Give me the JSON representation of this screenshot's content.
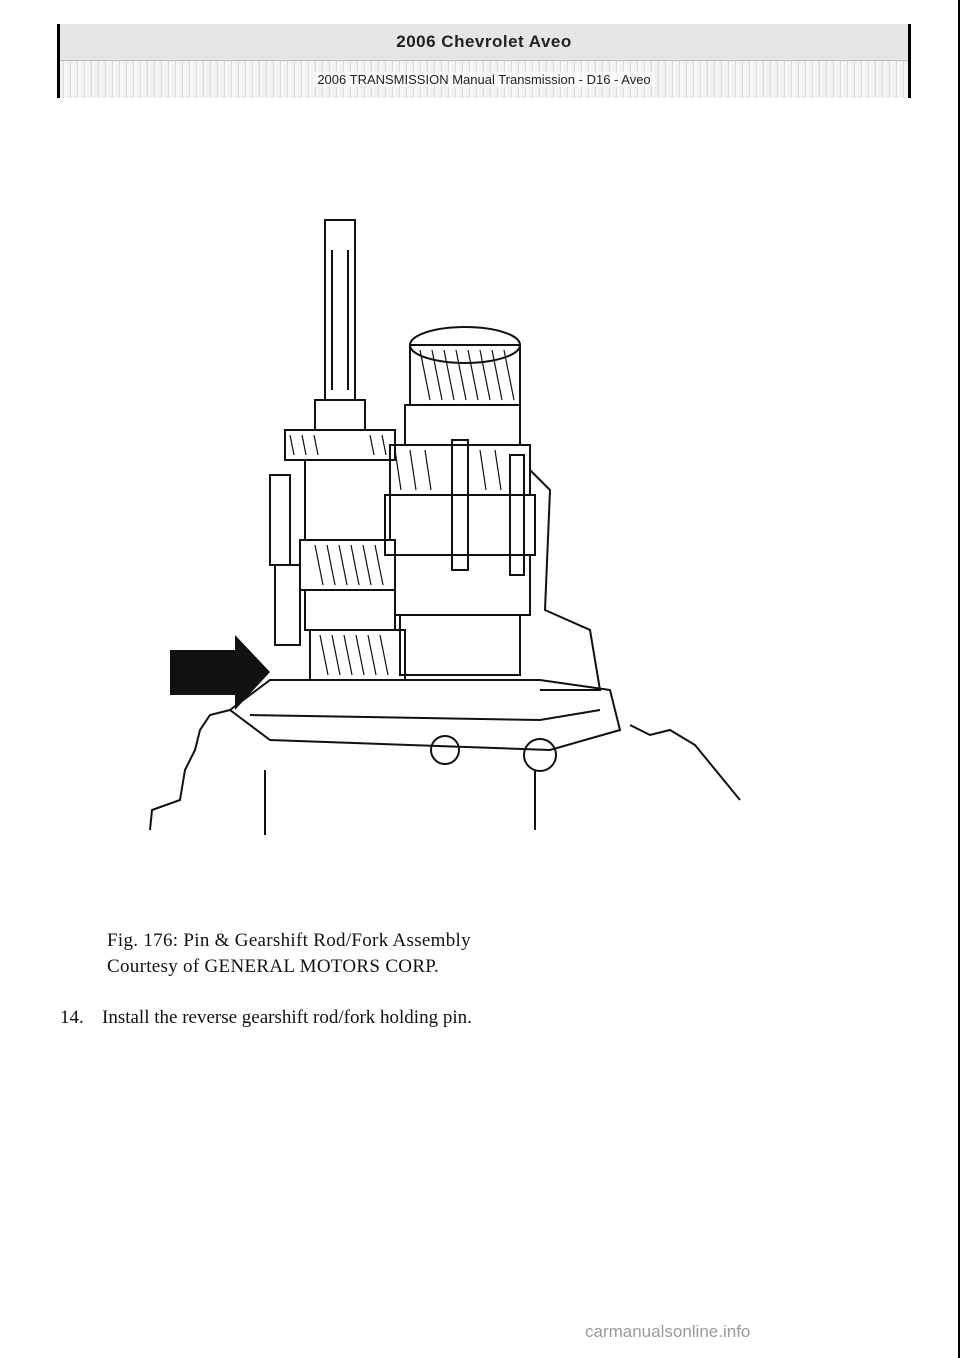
{
  "header": {
    "title": "2006 Chevrolet Aveo",
    "subtitle": "2006 TRANSMISSION Manual Transmission - D16 - Aveo"
  },
  "figure": {
    "caption_line1": "Fig. 176: Pin & Gearshift Rod/Fork Assembly",
    "caption_line2": "Courtesy of GENERAL MOTORS CORP."
  },
  "step": {
    "number": "14.",
    "text": "Install the reverse gearshift rod/fork holding pin."
  },
  "watermark": "carmanualsonline.info"
}
